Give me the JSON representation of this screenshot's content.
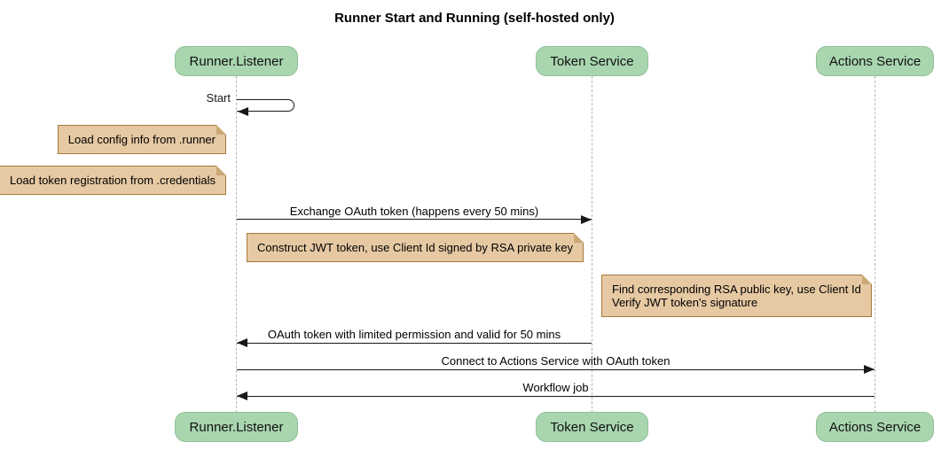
{
  "diagram": {
    "title": "Runner Start and Running (self-hosted only)",
    "participants": [
      {
        "name": "Runner.Listener"
      },
      {
        "name": "Token Service"
      },
      {
        "name": "Actions Service"
      }
    ],
    "self_message": {
      "label": "Start",
      "on": "Runner.Listener"
    },
    "notes": [
      {
        "position": "left of Runner.Listener",
        "lines": [
          "Load config info from .runner"
        ]
      },
      {
        "position": "left of Runner.Listener",
        "lines": [
          "Load token registration from .credentials"
        ]
      },
      {
        "position": "right of Runner.Listener",
        "lines": [
          "Construct JWT token, use Client Id signed by RSA private key"
        ]
      },
      {
        "position": "left of Actions Service",
        "lines": [
          "Find corresponding RSA public key, use Client Id",
          "Verify JWT token's signature"
        ]
      }
    ],
    "messages": [
      {
        "label": "Exchange OAuth token (happens every 50 mins)",
        "from": "Runner.Listener",
        "to": "Token Service",
        "direction": "right"
      },
      {
        "label": "OAuth token with limited permission and valid for 50 mins",
        "from": "Token Service",
        "to": "Runner.Listener",
        "direction": "left"
      },
      {
        "label": "Connect to Actions Service with OAuth token",
        "from": "Runner.Listener",
        "to": "Actions Service",
        "direction": "right"
      },
      {
        "label": "Workflow job",
        "from": "Actions Service",
        "to": "Runner.Listener",
        "direction": "left"
      }
    ],
    "colors": {
      "participant_fill": "#a9d6af",
      "participant_border": "#8fbf96",
      "note_fill": "#e6c9a3",
      "note_border": "#a5793d",
      "lifeline": "#b8b8b8",
      "arrow": "#181818",
      "background": "#ffffff"
    }
  }
}
